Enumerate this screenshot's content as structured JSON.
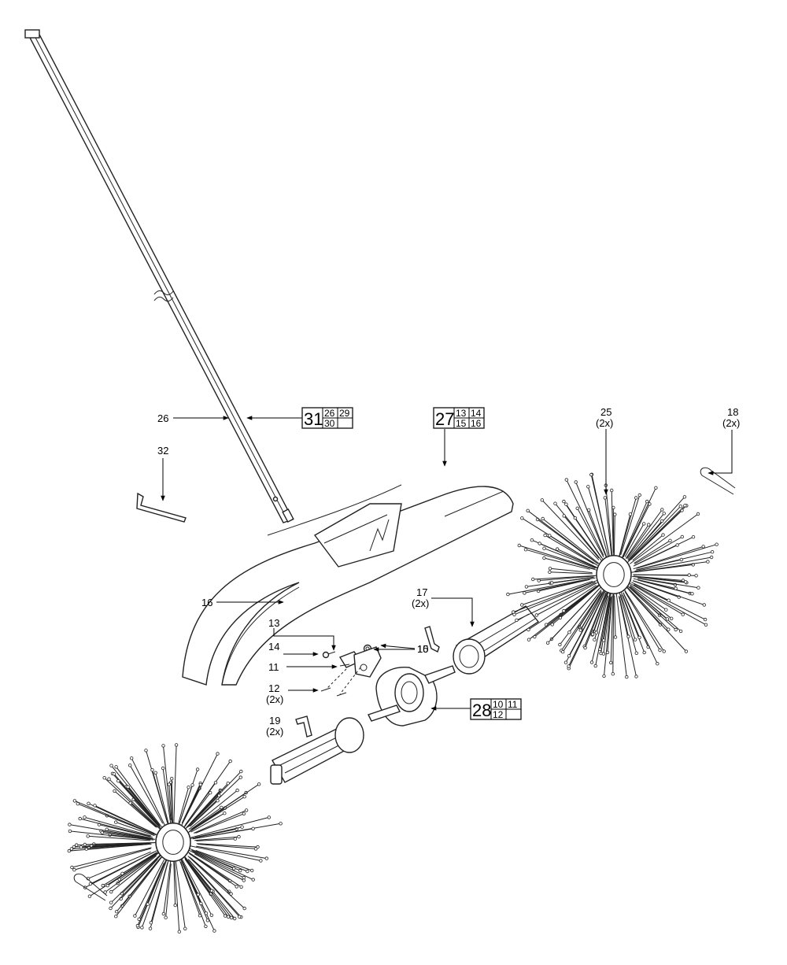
{
  "callouts": {
    "c26": "26",
    "c32": "32",
    "c16": "16",
    "c13": "13",
    "c14": "14",
    "c15": "15",
    "c10": "10",
    "c11": "11",
    "c12": "12",
    "c12q": "(2x)",
    "c19": "19",
    "c19q": "(2x)",
    "c17": "17",
    "c17q": "(2x)",
    "c25": "25",
    "c25q": "(2x)",
    "c18": "18",
    "c18q": "(2x)"
  },
  "kits": {
    "k31": {
      "num": "31",
      "a": "26",
      "b": "29",
      "c": "30",
      "d": ""
    },
    "k27": {
      "num": "27",
      "a": "13",
      "b": "14",
      "c": "15",
      "d": "16"
    },
    "k28": {
      "num": "28",
      "a": "10",
      "b": "11",
      "c": "12",
      "d": ""
    }
  }
}
